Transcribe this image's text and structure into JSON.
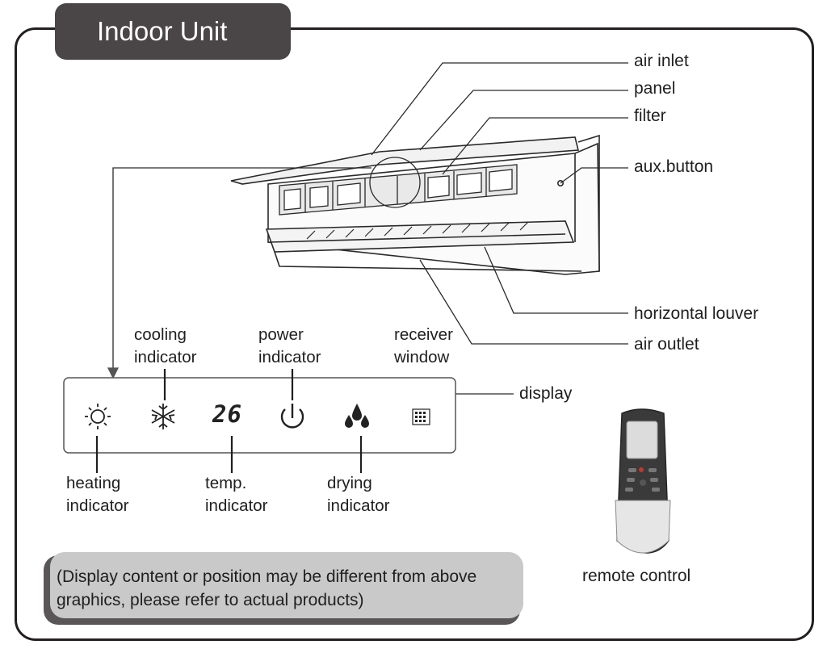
{
  "title": "Indoor Unit",
  "callouts": {
    "air_inlet": "air inlet",
    "panel": "panel",
    "filter": "filter",
    "aux_button": "aux.button",
    "horizontal_louver": "horizontal louver",
    "air_outlet": "air outlet",
    "display": "display"
  },
  "indicators": {
    "cooling": "cooling indicator",
    "power": "power indicator",
    "receiver": "receiver window",
    "heating": "heating indicator",
    "temp": "temp. indicator",
    "drying": "drying indicator"
  },
  "display_readout": "26",
  "remote_label": "remote control",
  "note": "(Display content or position may be different from above graphics, please refer to actual products)",
  "icons": [
    "sun-icon",
    "snowflake-icon",
    "power-icon",
    "water-drops-icon",
    "receiver-window-icon"
  ]
}
